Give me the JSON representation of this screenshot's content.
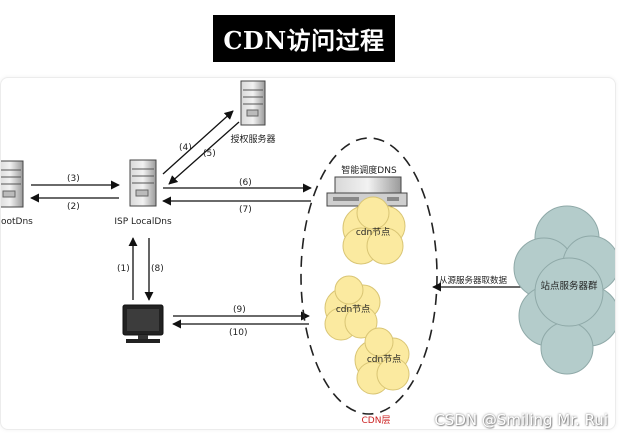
{
  "title": "CDN访问过程",
  "nodes": {
    "root_dns": "ootDns",
    "isp_local_dns": "ISP LocalDns",
    "auth_server": "授权服务器",
    "smart_dns": "智能调度DNS",
    "cdn_node_1": "cdn节点",
    "cdn_node_2": "cdn节点",
    "cdn_node_3": "cdn节点",
    "cdn_layer": "CDN层",
    "site_server": "站点服务器群",
    "fetch_label": "从源服务器取数据"
  },
  "steps": {
    "s1": "(1)",
    "s2": "(2)",
    "s3": "(3)",
    "s4": "(4)",
    "s5": "(5)",
    "s6": "(6)",
    "s7": "(7)",
    "s8": "(8)",
    "s9": "(9)",
    "s10": "(10)"
  },
  "watermark": "CSDN @Smiling Mr. Rui",
  "colors": {
    "title_bg": "#000000",
    "cloud_yellow": "#fbeaa0",
    "cloud_gray": "#b4cccb",
    "cdn_layer_text": "#cc2222"
  }
}
